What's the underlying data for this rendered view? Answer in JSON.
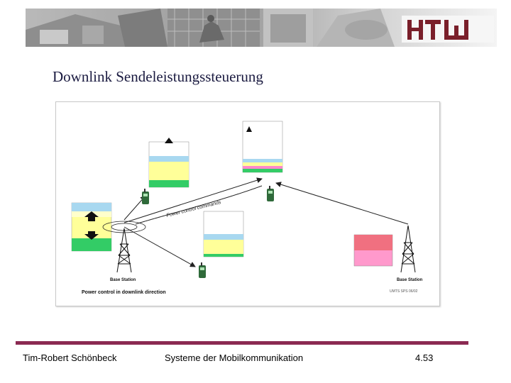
{
  "slide": {
    "title": "Downlink Sendeleistungssteuerung"
  },
  "banner": {
    "logo_text": "HTW"
  },
  "figure": {
    "annotation_text": "Power control commands",
    "base_station_left_label": "Base Station",
    "base_station_right_label": "Base Station",
    "caption": "Power control in downlink direction",
    "source_tag": "UMTS SPS 06/02"
  },
  "footer": {
    "author": "Tim-Robert Schönbeck",
    "course": "Systeme der Mobilkommunikation",
    "page": "4.53"
  }
}
